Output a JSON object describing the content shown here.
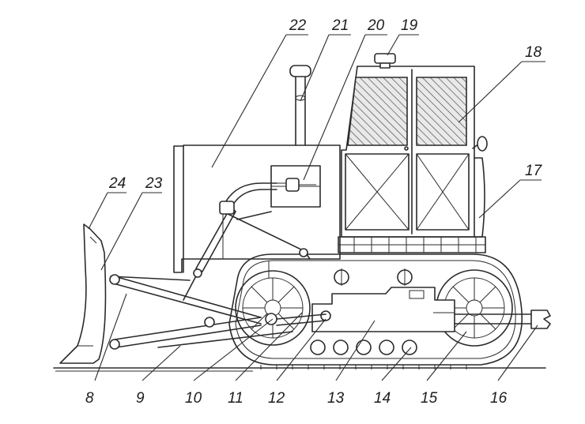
{
  "labels": {
    "l8": "8",
    "l9": "9",
    "l10": "10",
    "l11": "11",
    "l12": "12",
    "l13": "13",
    "l14": "14",
    "l15": "15",
    "l16": "16",
    "l17": "17",
    "l18": "18",
    "l19": "19",
    "l20": "20",
    "l21": "21",
    "l22": "22",
    "l23": "23",
    "l24": "24"
  }
}
